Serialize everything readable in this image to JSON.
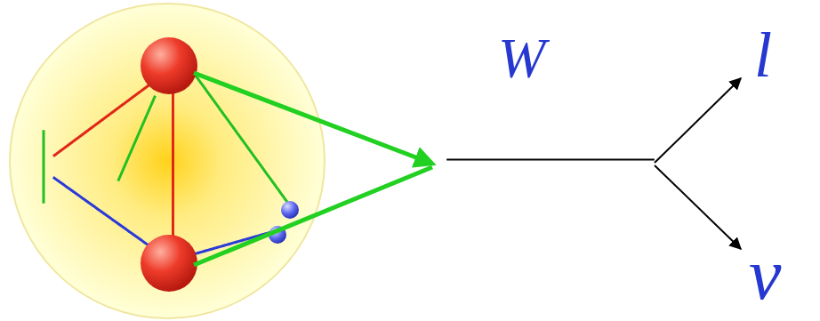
{
  "diagram": {
    "labels": [
      "W",
      "l",
      "ν"
    ]
  }
}
